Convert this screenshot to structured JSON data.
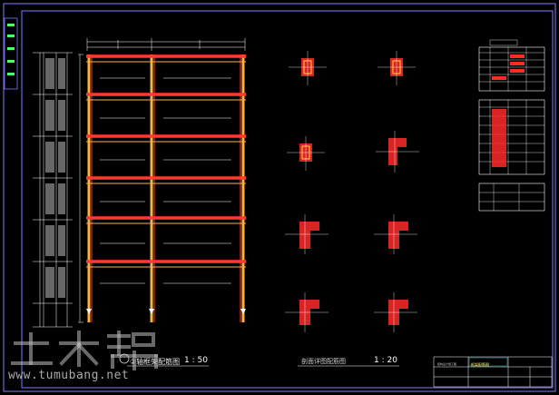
{
  "drawing": {
    "left_title": "②轴框架配筋图",
    "left_scale": "1 : 50",
    "mid_title": "剖面详图配筋图",
    "mid_scale": "1 : 20",
    "titleblock_name": "框架配筋图",
    "titleblock_company": "结构设计施工图",
    "colors": {
      "background": "#000000",
      "frame": "#7b7bff",
      "beam": "#ff3b2f",
      "column": "#ffb23a",
      "detail": "#ff2a2a",
      "line": "#ffffff",
      "cyan": "#4fe8ff",
      "green": "#4dff6a"
    }
  },
  "watermark": {
    "logo_text": "土木帮",
    "url": "www.tumubang.net"
  }
}
